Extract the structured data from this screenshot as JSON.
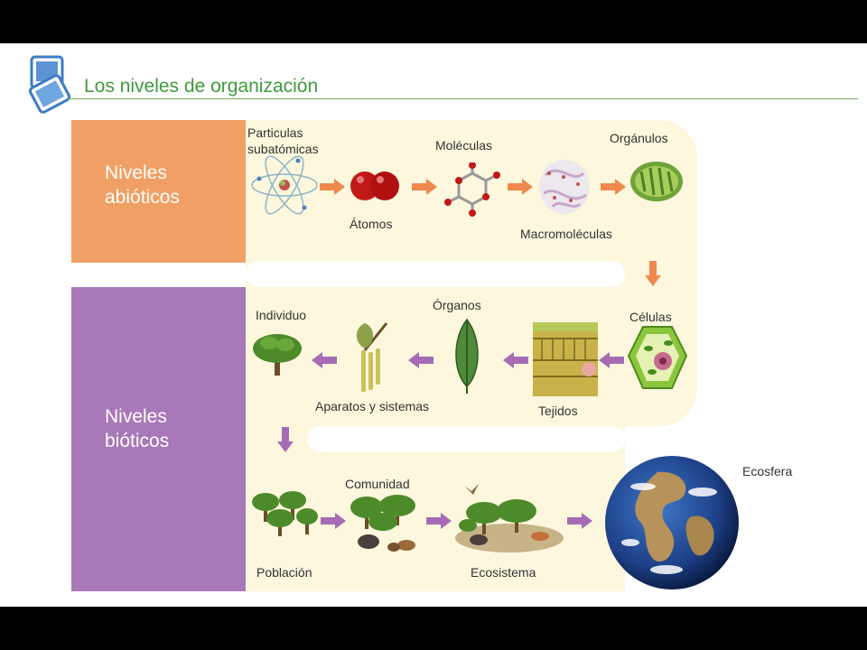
{
  "title": "Los niveles de organización",
  "bands": {
    "abiotic": "Niveles\nabióticos",
    "biotic": "Niveles\nbióticos"
  },
  "labels": {
    "particulas": "Particulas\nsubatómicas",
    "atomos": "Átomos",
    "moleculas": "Moléculas",
    "macromoleculas": "Macromoléculas",
    "organulos": "Orgánulos",
    "celulas": "Células",
    "tejidos": "Tejidos",
    "organos": "Órganos",
    "aparatos": "Aparatos y sistemas",
    "individuo": "Individuo",
    "poblacion": "Población",
    "comunidad": "Comunidad",
    "ecosistema": "Ecosistema",
    "ecosfera": "Ecosfera"
  },
  "colors": {
    "abiotic_band": "#f0a065",
    "biotic_band": "#a878b8",
    "track": "#fcf7dd",
    "arrow_orange": "#ee8a4e",
    "arrow_purple": "#a66bb4",
    "title": "#3f9a3b"
  }
}
